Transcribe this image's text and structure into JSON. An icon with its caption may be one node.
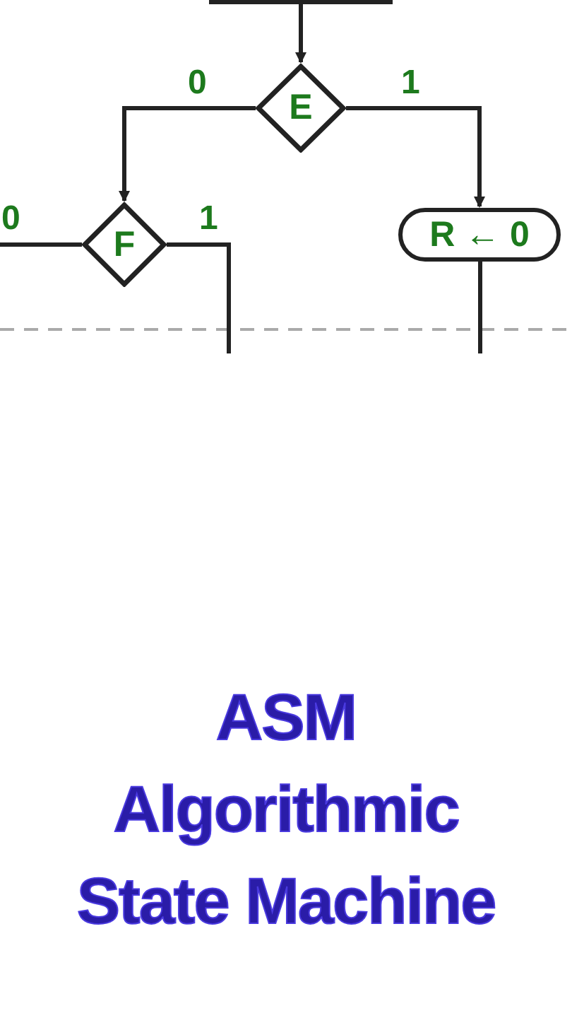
{
  "diagram": {
    "nodes": [
      {
        "text": [],
        "shape": "box"
      },
      {
        "text": [
          "E"
        ]
      },
      {
        "text": [
          "F"
        ]
      },
      {
        "text": [
          "R ← 0"
        ]
      }
    ],
    "edges": [
      {
        "from": 0,
        "to": 1,
        "arrow": "to"
      },
      {
        "from": 1,
        "to": 2,
        "arrow": "to",
        "label": "0"
      },
      {
        "from": 1,
        "to": 3,
        "arrow": "to",
        "label": "1"
      },
      {
        "from": 2,
        "to": null,
        "arrow": "none",
        "label": "0"
      },
      {
        "from": 2,
        "to": null,
        "arrow": "none",
        "label": "1"
      },
      {
        "from": 3,
        "to": null,
        "arrow": "none"
      }
    ],
    "labels": [
      "ASM",
      "Algorithmic",
      "State Machine"
    ]
  }
}
